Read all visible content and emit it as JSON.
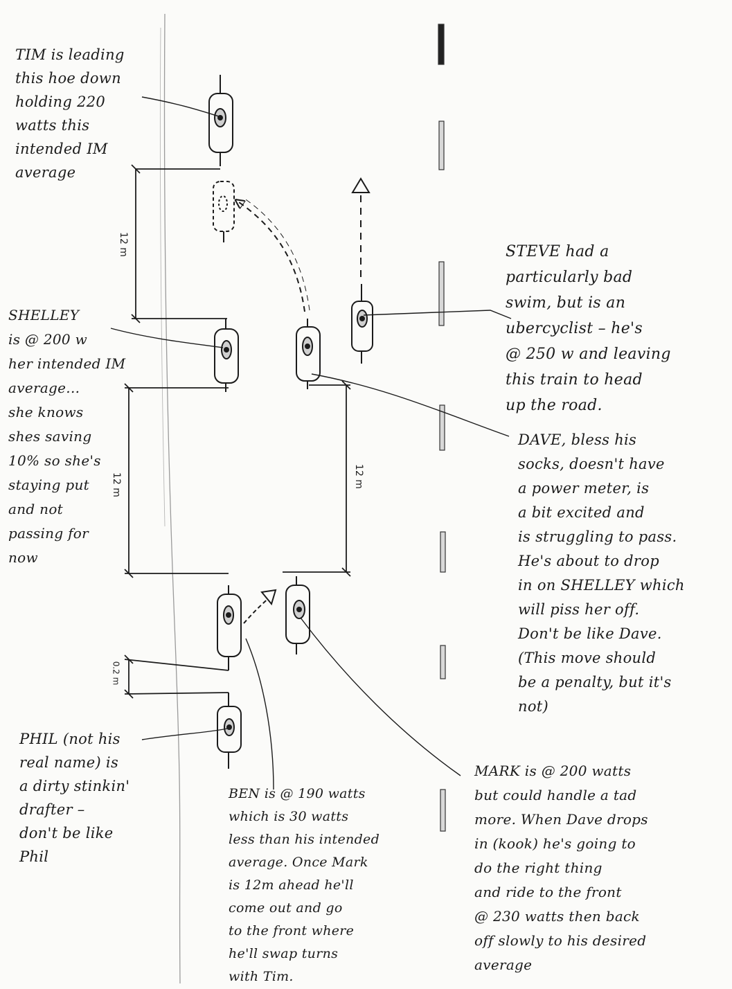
{
  "riders": {
    "tim": "TIM is leading\nthis hoe down\nholding 220\nwatts this\nintended IM\naverage",
    "shelley": "SHELLEY\nis @ 200 w\nher intended IM\naverage...\nshe knows\nshes saving\n10% so she's\nstaying put\nand not\npassing for\nnow",
    "steve": "STEVE had a\nparticularly bad\nswim, but is an\nubercyclist – he's\n@ 250 w and leaving\nthis train to head\nup the road.",
    "dave": "DAVE, bless his\nsocks, doesn't have\na power meter, is\na bit excited and\nis struggling to pass.\nHe's about to drop\nin on SHELLEY which\nwill piss her off.\nDon't be like Dave.\n(This move should\nbe a penalty, but it's\nnot)",
    "phil": "PHIL (not his\nreal name) is\na dirty stinkin'\ndrafter –\ndon't be like\nPhil",
    "ben": "BEN is @ 190 watts\nwhich is 30 watts\nless than his intended\naverage. Once Mark\nis 12m ahead he'll\ncome out and go\nto the front where\nhe'll swap turns\nwith Tim.",
    "mark": "MARK is @ 200 watts\nbut could handle a tad\nmore. When Dave drops\nin (kook) he's going to\ndo the right thing\nand ride to the front\n@ 230 watts then back\noff slowly to his desired\naverage"
  },
  "dimensions": {
    "gap_top": "12 m",
    "gap_left": "12 m",
    "gap_right": "12 m",
    "gap_small": "0.2 m"
  },
  "colors": {
    "ink": "#1b1b1b",
    "paper": "#fbfbf9",
    "pencil": "#9a9a9a"
  }
}
